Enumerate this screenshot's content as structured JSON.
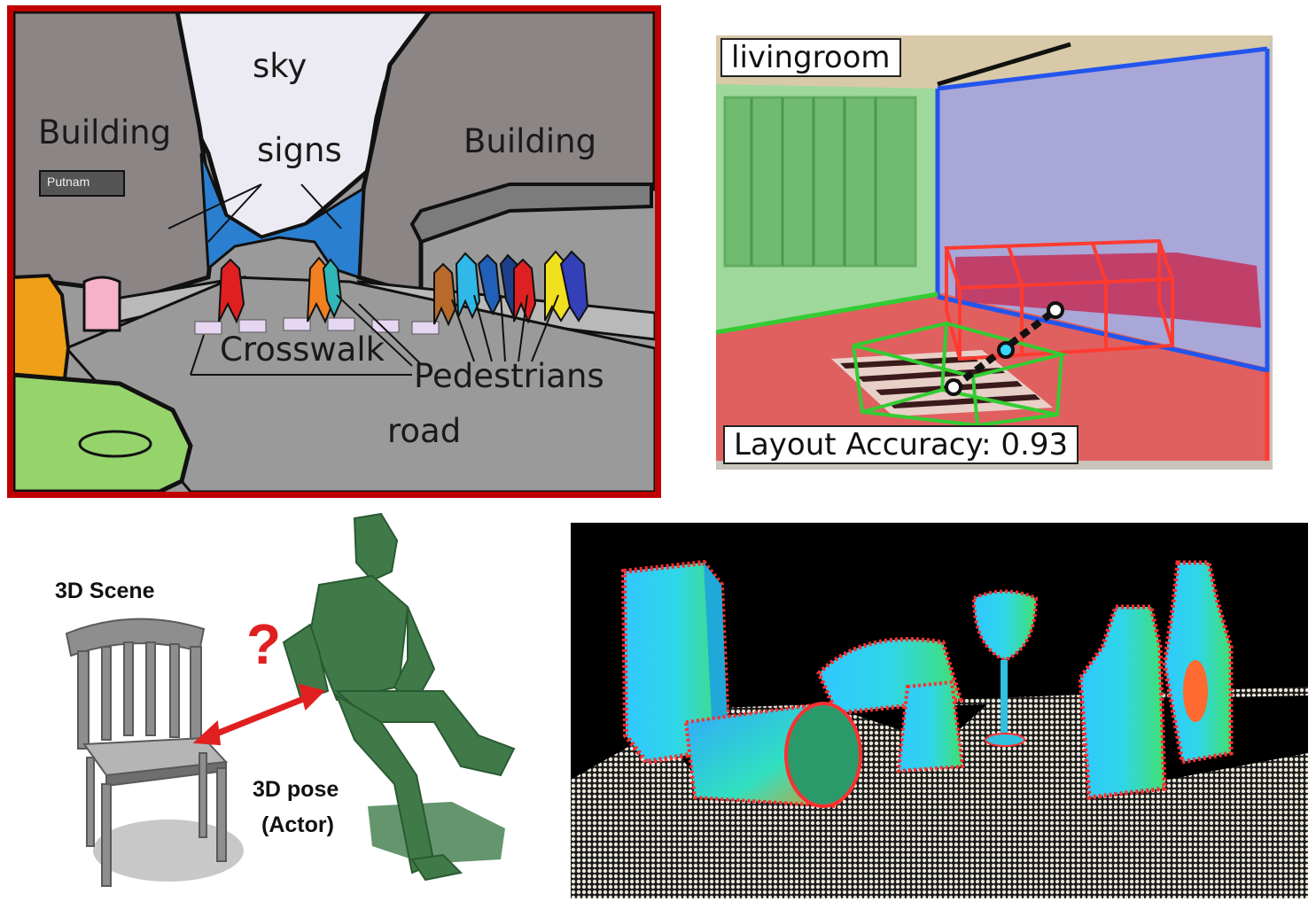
{
  "street_scene": {
    "labels": {
      "sky": "sky",
      "building_left": "Building",
      "building_right": "Building",
      "signs": "signs",
      "crosswalk": "Crosswalk",
      "pedestrians": "Pedestrians",
      "road": "road",
      "store_sign": "Putnam"
    },
    "colors": {
      "border": "#c00000",
      "sky": "#ecebf3",
      "building": "#8c8585",
      "road": "#9a9a9a",
      "signs": "#2a7fd0",
      "car": "#95d36b"
    }
  },
  "room_layout": {
    "room_label": "livingroom",
    "accuracy_label": "Layout Accuracy: 0.93",
    "colors": {
      "left_wall": "#9ed89a",
      "back_wall": "#a9a6d8",
      "floor": "#e06060",
      "box_sofa": "#ff3b30",
      "box_table": "#33cc33",
      "edge": "#2255ee"
    }
  },
  "pose_scene": {
    "scene_label": "3D Scene",
    "pose_label_line1": "3D pose",
    "pose_label_line2": "(Actor)",
    "question_mark": "?",
    "colors": {
      "figure": "#3f7a48",
      "chair": "#8e8e8e",
      "arrow": "#e02020"
    }
  },
  "point_cloud": {
    "colors": {
      "background": "#000000",
      "table": "#e8e4d6",
      "object": "#2fd6e8"
    }
  }
}
